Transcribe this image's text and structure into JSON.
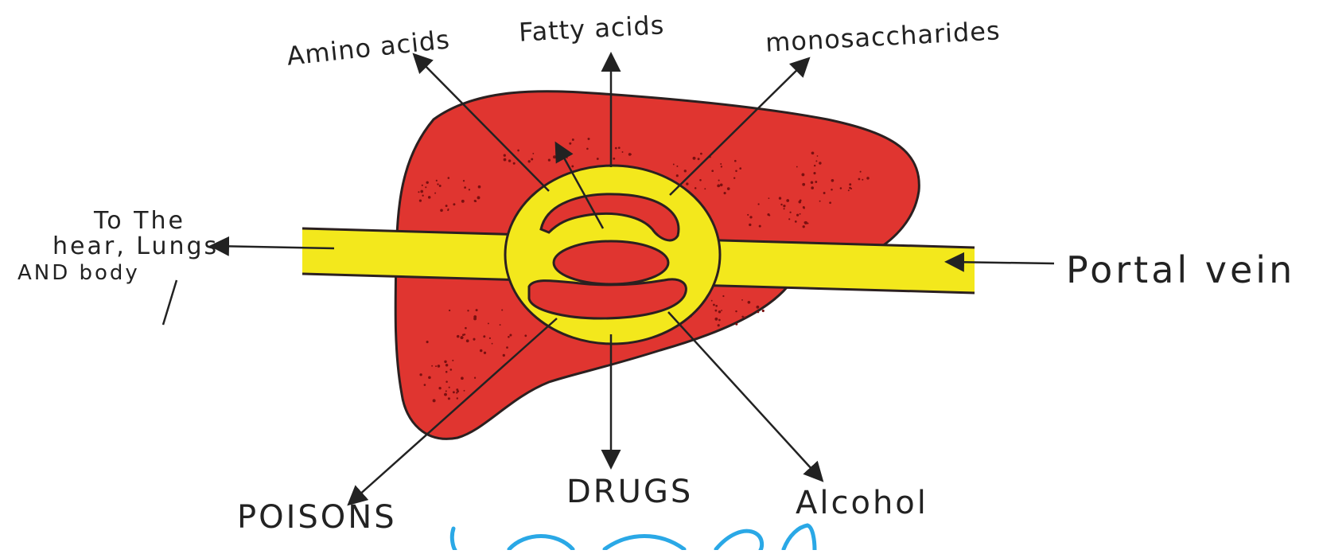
{
  "diagram": {
    "colors": {
      "liver": "#e03530",
      "liver_dots": "#7a1010",
      "vessel": "#f3e81c",
      "outline": "#2b2020",
      "arrow": "#222222",
      "background": "#ffffff",
      "partial_text": "#2aa8e6"
    },
    "labels": {
      "amino_acids": "Amino acids",
      "fatty_acids": "Fatty acids",
      "monosaccharides": "monosaccharides",
      "destination_line1": "To The",
      "destination_line2": "hear, Lungs",
      "destination_line3": "AND body",
      "portal_vein": "Portal vein",
      "poisons": "POISONS",
      "drugs": "DRUGS",
      "alcohol": "Alcohol"
    }
  }
}
